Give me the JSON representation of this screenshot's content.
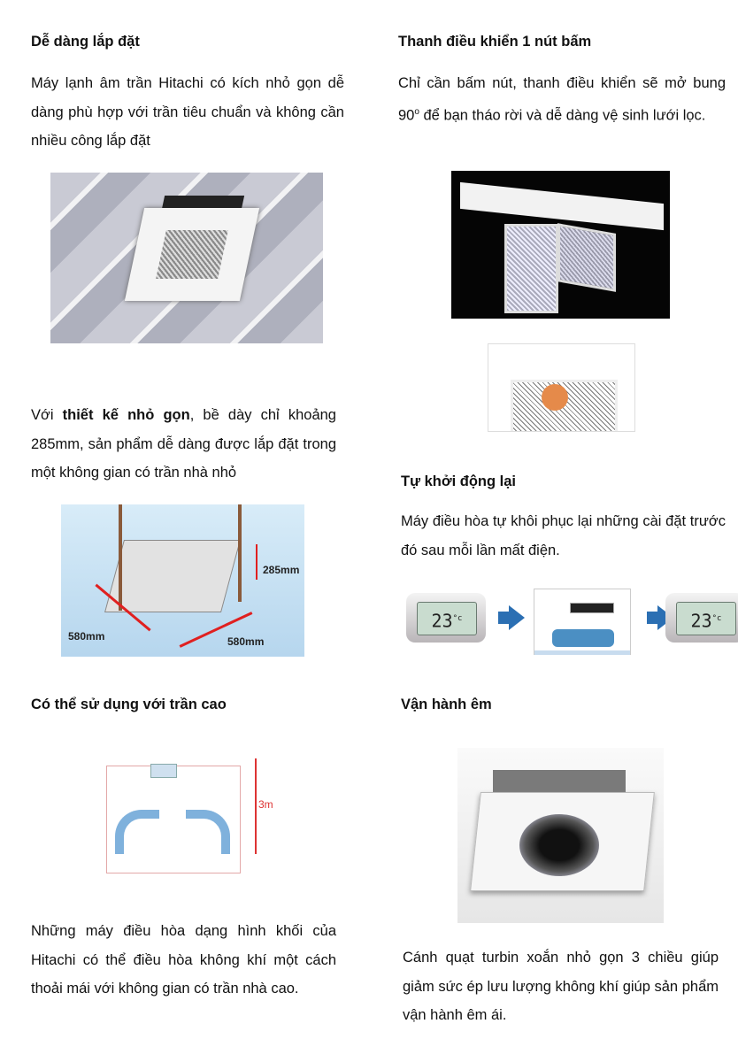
{
  "sections": {
    "easy_install": {
      "title": "Dễ dàng lắp đặt",
      "text": "Máy lạnh âm trần Hitachi có kích nhỏ gọn dễ dàng phù hợp với trần tiêu chuẩn và không cần nhiều công lắp đặt"
    },
    "compact": {
      "text_prefix": "Với ",
      "text_bold": "thiết kế nhỏ gọn",
      "text_suffix": ", bề dày chỉ khoảng 285mm, sản phẩm dễ dàng được lắp đặt trong một không gian có trần nhà nhỏ",
      "labels": {
        "height": "285mm",
        "width_left": "580mm",
        "width_right": "580mm"
      }
    },
    "high_ceiling": {
      "title": "Có thể sử dụng với trần cao",
      "label": "3m",
      "text": "Những máy điều hòa dạng hình khối của Hitachi có thể điều hòa không khí một cách thoải mái với không gian có trần nhà cao."
    },
    "one_button": {
      "title": "Thanh điều khiển 1 nút bấm",
      "text_before": "Chỉ cần bấm nút, thanh điều khiển sẽ mở bung 90",
      "degree": "o",
      "text_after": " để bạn tháo rời và dễ dàng vệ sinh lưới lọc."
    },
    "auto_restart": {
      "title": "Tự khởi động lại",
      "text": "Máy điều hòa tự khôi phục lại những cài đặt trước đó sau mỗi lần mất điện.",
      "display_temp": "23",
      "display_unit": "°c"
    },
    "quiet": {
      "title": "Vận hành êm",
      "text": "Cánh quạt turbin xoắn nhỏ gọn 3 chiều giúp giảm sức ép lưu lượng không khí giúp sản phẩm vận hành êm ái."
    }
  }
}
